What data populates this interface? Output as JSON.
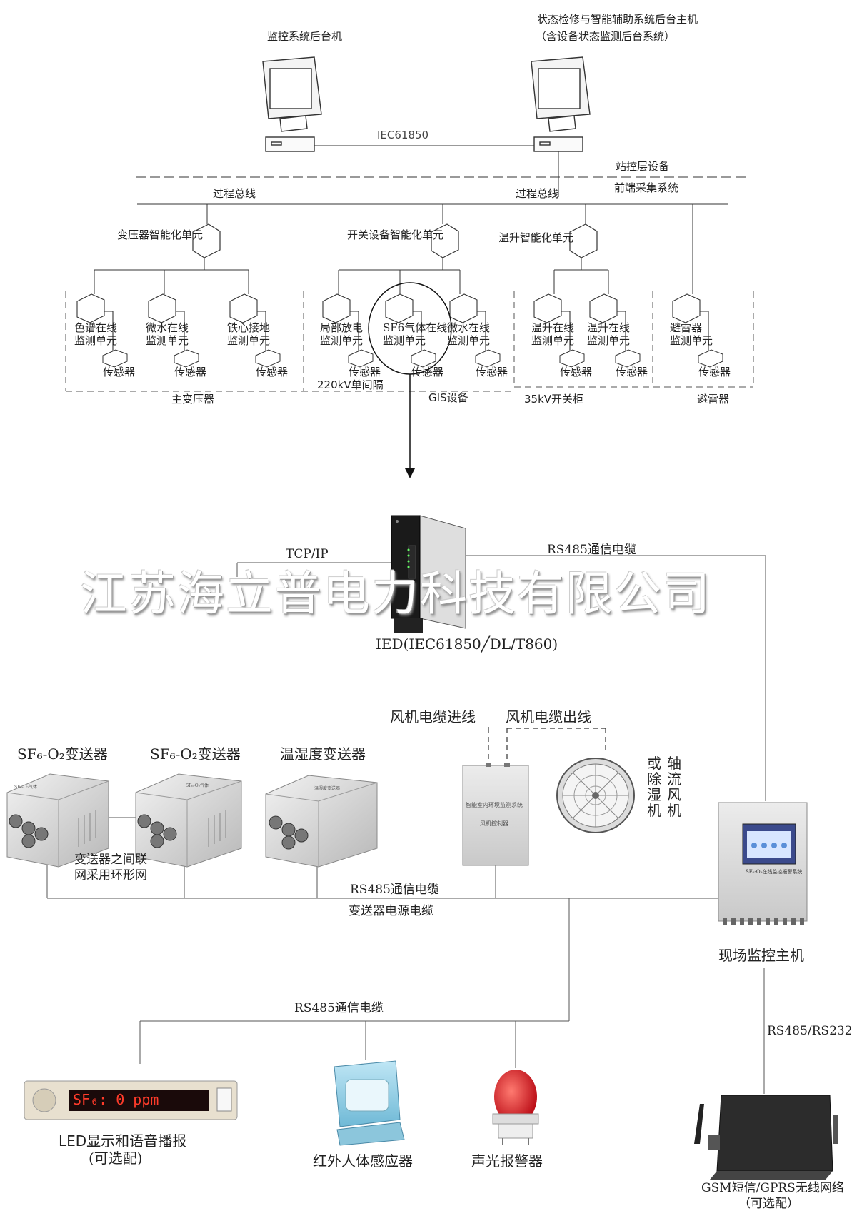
{
  "top": {
    "monitor_pc": "监控系统后台机",
    "cm_pc_line1": "状态检修与智能辅助系统后台主机",
    "cm_pc_line2": "（含设备状态监测后台系统）",
    "iec_link": "IEC61850",
    "station_layer": "站控层设备",
    "front_end": "前端采集系统",
    "process_bus_left": "过程总线",
    "process_bus_right": "过程总线",
    "units": {
      "transformer": "变压器智能化单元",
      "switchgear": "开关设备智能化单元",
      "temp": "温升智能化单元"
    },
    "monitors": [
      {
        "l1": "色谱在线",
        "l2": "监测单元"
      },
      {
        "l1": "微水在线",
        "l2": "监测单元"
      },
      {
        "l1": "铁心接地",
        "l2": "监测单元"
      },
      {
        "l1": "局部放电",
        "l2": "监测单元"
      },
      {
        "l1": "SF6气体在线",
        "l2": "监测单元"
      },
      {
        "l1": "微水在线",
        "l2": "监测单元"
      },
      {
        "l1": "温升在线",
        "l2": "监测单元"
      },
      {
        "l1": "温升在线",
        "l2": "监测单元"
      },
      {
        "l1": "避雷器",
        "l2": "监测单元"
      }
    ],
    "sensor": "传感器",
    "groups": {
      "main_transformer": "主变压器",
      "bay_220kv": "220kV单间隔",
      "gis": "GIS设备",
      "cabinet_35kv": "35kV开关柜",
      "arrester": "避雷器"
    }
  },
  "middle": {
    "tcp_ip": "TCP/IP",
    "rs485_top": "RS485通信电缆",
    "watermark": "江苏海立普电力科技有限公司",
    "ied_label": "IED(IEC61850╱DL/T860)",
    "fan_in": "风机电缆进线",
    "fan_out": "风机电缆出线",
    "sf6_tx_1": "SF₆-O₂变送器",
    "sf6_tx_2": "SF₆-O₂变送器",
    "th_tx": "温湿度变送器",
    "ring_l1": "变送器之间联",
    "ring_l2": "网采用环形网",
    "fan_col1": "或除湿机",
    "fan_col2": "轴流风机",
    "rs485_mid": "RS485通信电缆",
    "power_cable": "变送器电源电缆",
    "host": "现场监控主机",
    "controller_title": "智能室内环境监测系统",
    "controller_sub": "风机控制器",
    "tx_plate": "SF₆-O₂气体",
    "th_plate": "温湿度变送器",
    "host_plate": "SF₆-O₂在线监控报警系统"
  },
  "bottom": {
    "rs485_bottom": "RS485通信电缆",
    "rs485_232": "RS485/RS232",
    "led_text": "SF₆:    0 ppm",
    "led_l1": "LED显示和语音播报",
    "led_l2": "(可选配)",
    "pir": "红外人体感应器",
    "alarm": "声光报警器",
    "gsm_l1": "GSM短信/GPRS无线网络",
    "gsm_l2": "（可选配）"
  }
}
